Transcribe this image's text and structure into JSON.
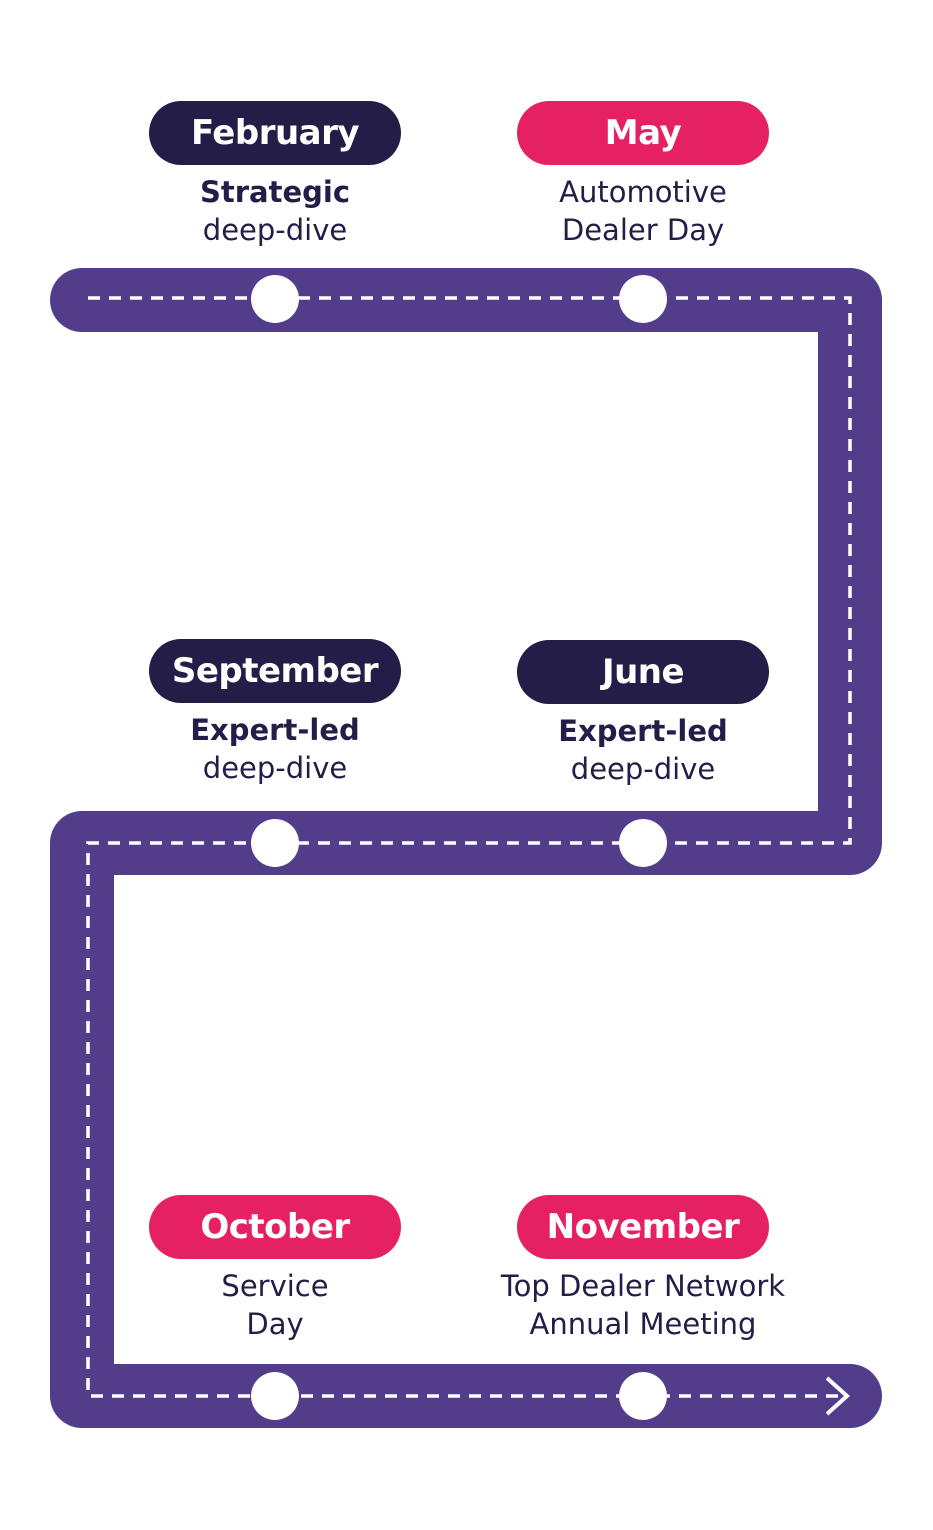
{
  "colors": {
    "track": "#523d8a",
    "navy": "#231d47",
    "pink": "#e52163",
    "marker": "#ffffff"
  },
  "events": [
    {
      "month": "February",
      "line1": "Strategic",
      "line2": "deep-dive",
      "pill": "navy",
      "line1_bold": true
    },
    {
      "month": "May",
      "line1": "Automotive",
      "line2": "Dealer Day",
      "pill": "pink",
      "line1_bold": false
    },
    {
      "month": "September",
      "line1": "Expert-led",
      "line2": "deep-dive",
      "pill": "navy",
      "line1_bold": true
    },
    {
      "month": "June",
      "line1": "Expert-led",
      "line2": "deep-dive",
      "pill": "navy",
      "line1_bold": true
    },
    {
      "month": "October",
      "line1": "Service",
      "line2": "Day",
      "pill": "pink",
      "line1_bold": false
    },
    {
      "month": "November",
      "line1": "Top Dealer Network",
      "line2": "Annual Meeting",
      "pill": "pink",
      "line1_bold": false
    }
  ],
  "end_icon": "arrow-right-icon"
}
